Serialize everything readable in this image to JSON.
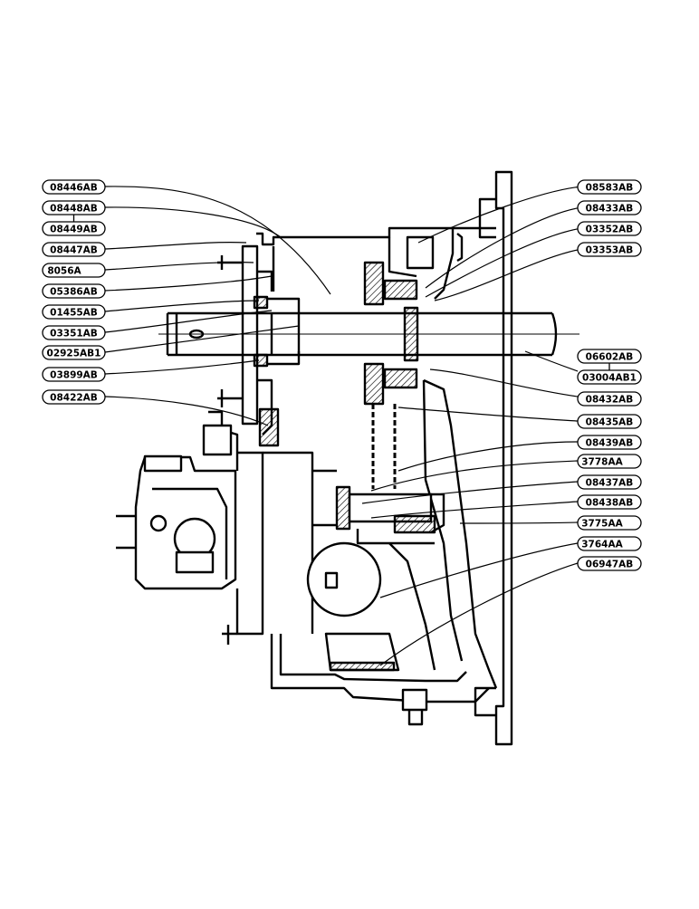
{
  "diagram": {
    "labels_left": [
      "08446AB",
      "08448AB",
      "08449AB",
      "08447AB",
      "8056A",
      "05386AB",
      "01455AB",
      "03351AB",
      "02925AB1",
      "03899AB",
      "08422AB"
    ],
    "labels_right": [
      "08583AB",
      "08433AB",
      "03352AB",
      "03353AB",
      "06602AB",
      "03004AB1",
      "08432AB",
      "08435AB",
      "08439AB",
      "3778AA",
      "08437AB",
      "08438AB",
      "3775AA",
      "3764AA",
      "06947AB"
    ]
  }
}
